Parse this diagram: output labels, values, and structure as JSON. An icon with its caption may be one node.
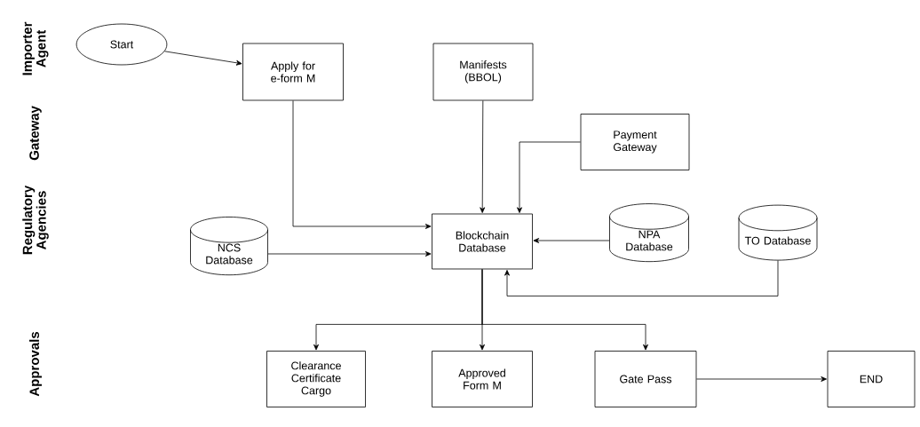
{
  "diagram": {
    "nodes": [
      {
        "text": [
          "Start"
        ]
      },
      {
        "text": [
          "Apply for e-form M"
        ]
      },
      {
        "text": [
          "Manifests (BBOL)"
        ]
      },
      {
        "text": [
          "Payment Gateway"
        ]
      },
      {
        "text": [
          "Blockchain Database"
        ]
      },
      {
        "text": [
          "NCS Database"
        ]
      },
      {
        "text": [
          "NPA Database"
        ]
      },
      {
        "text": [
          "TO Database"
        ]
      },
      {
        "text": [
          "Clearance Certificate Cargo"
        ]
      },
      {
        "text": [
          "Approved Form M"
        ]
      },
      {
        "text": [
          "Gate Pass"
        ]
      },
      {
        "text": [
          "END"
        ]
      }
    ],
    "edges": [
      {
        "from": 0,
        "to": 1,
        "arrow": "to"
      },
      {
        "from": 1,
        "to": 4,
        "arrow": "to"
      },
      {
        "from": 2,
        "to": 4,
        "arrow": "to"
      },
      {
        "from": 3,
        "to": 4,
        "arrow": "to"
      },
      {
        "from": 5,
        "to": 4,
        "arrow": "to"
      },
      {
        "from": 6,
        "to": 4,
        "arrow": "to"
      },
      {
        "from": 7,
        "to": 4,
        "arrow": "to"
      },
      {
        "from": 4,
        "to": 8,
        "arrow": "to"
      },
      {
        "from": 4,
        "to": 9,
        "arrow": "to"
      },
      {
        "from": 4,
        "to": 10,
        "arrow": "to"
      },
      {
        "from": 10,
        "to": 11,
        "arrow": "to"
      }
    ],
    "labels": [
      "Importer Agent",
      "Gateway",
      "Regulatory Agencies",
      "Approvals"
    ]
  }
}
